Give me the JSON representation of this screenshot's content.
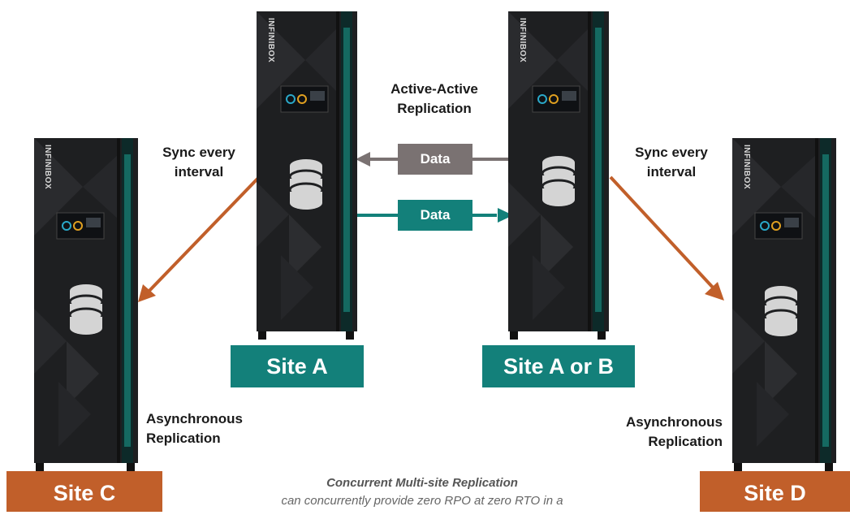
{
  "brand": "INFINIBOX",
  "labels": {
    "active_active": "Active-Active\nReplication",
    "sync_left": "Sync every\ninterval",
    "sync_right": "Sync every\ninterval",
    "async_left": "Asynchronous\nReplication",
    "async_right": "Asynchronous\nReplication"
  },
  "data_arrows": {
    "top": "Data",
    "bottom": "Data"
  },
  "sites": {
    "a": "Site A",
    "ab": "Site A or B",
    "c": "Site C",
    "d": "Site D"
  },
  "caption": {
    "title": "Concurrent Multi-site Replication",
    "subtitle": "can concurrently provide zero RPO at zero RTO in a"
  },
  "colors": {
    "teal": "#13807a",
    "orange": "#c15f2a",
    "gray": "#7a7272",
    "rack": "#1e1f21",
    "accent_glow": "#1fb5a6"
  }
}
